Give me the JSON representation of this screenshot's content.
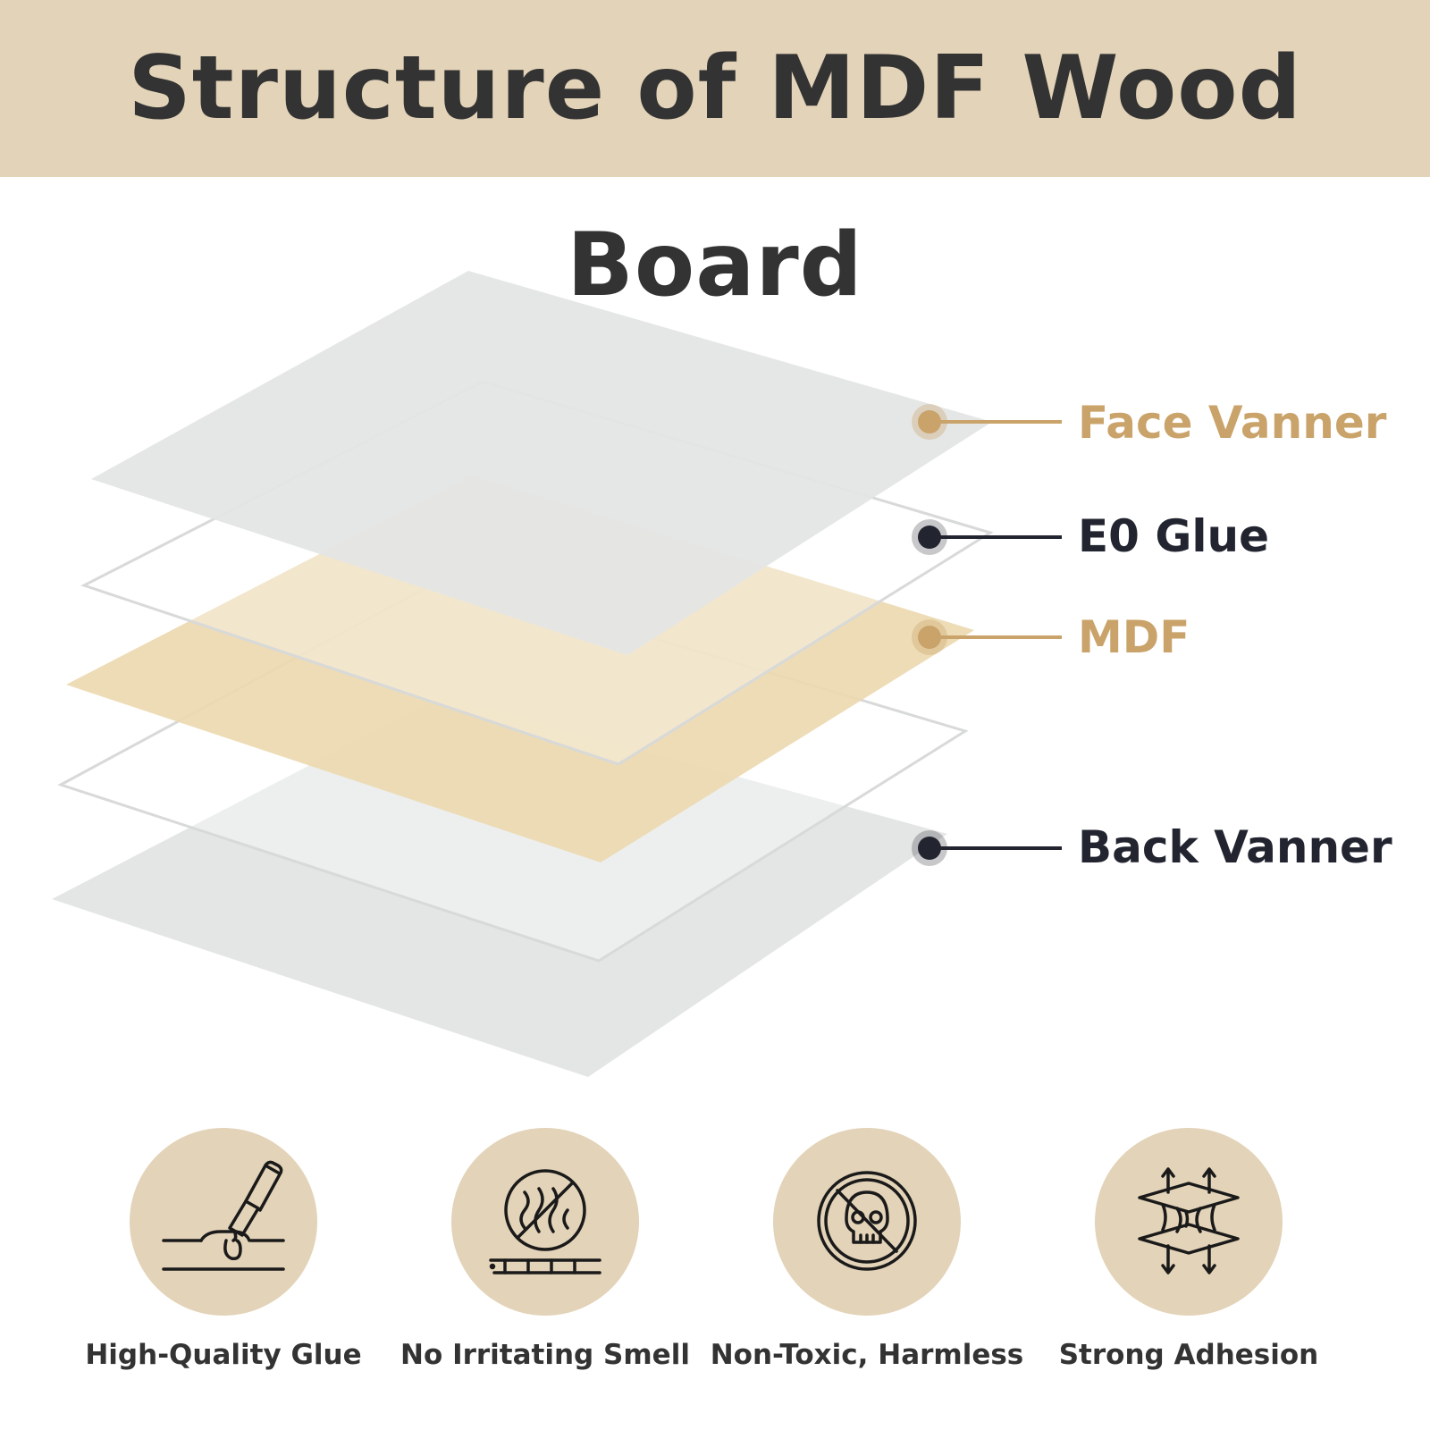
{
  "title": "Structure of MDF Wood Board",
  "colors": {
    "banner": "#e3d3b8",
    "accent": "#c9a36a",
    "dark": "#222430",
    "mdf_layer": "#ecd9b0",
    "veneer_layer": "#e4e6e5",
    "text": "#333333"
  },
  "layers": [
    {
      "label": "Face Vanner",
      "color_role": "accent",
      "layer": "face-veneer"
    },
    {
      "label": "E0 Glue",
      "color_role": "dark",
      "layer": "glue-top"
    },
    {
      "label": "MDF",
      "color_role": "accent",
      "layer": "mdf-core"
    },
    {
      "label": "Back Vanner",
      "color_role": "dark",
      "layer": "back-veneer"
    }
  ],
  "features": [
    {
      "label": "High-Quality Glue",
      "icon": "glue-tube-icon"
    },
    {
      "label": "No Irritating Smell",
      "icon": "no-smell-icon"
    },
    {
      "label": "Non-Toxic, Harmless",
      "icon": "no-toxic-skull-icon"
    },
    {
      "label": "Strong Adhesion",
      "icon": "adhesion-layers-icon"
    }
  ]
}
